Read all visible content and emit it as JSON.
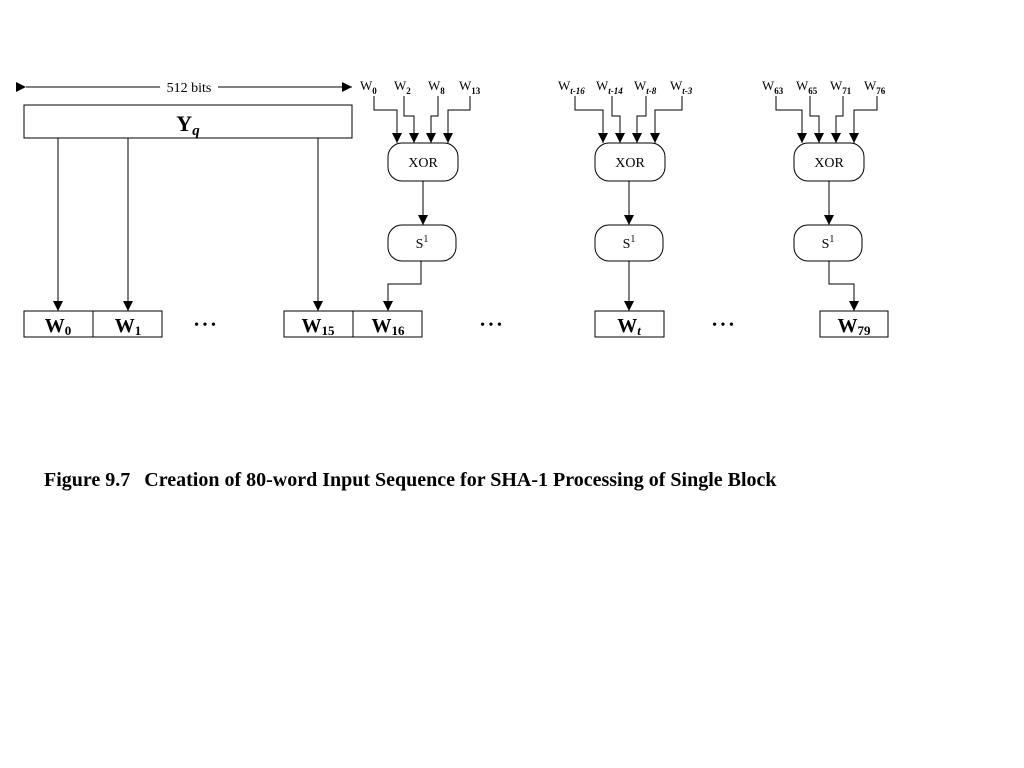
{
  "width_arrow": {
    "label": "512 bits"
  },
  "block": {
    "base": "Y",
    "sub": "q"
  },
  "groups": [
    {
      "inputs": [
        {
          "base": "W",
          "sub": "0"
        },
        {
          "base": "W",
          "sub": "2"
        },
        {
          "base": "W",
          "sub": "8"
        },
        {
          "base": "W",
          "sub": "13"
        }
      ],
      "xor": "XOR",
      "shift": {
        "base": "S",
        "sup": "1"
      }
    },
    {
      "inputs": [
        {
          "base": "W",
          "sub": "t-16"
        },
        {
          "base": "W",
          "sub": "t-14"
        },
        {
          "base": "W",
          "sub": "t-8"
        },
        {
          "base": "W",
          "sub": "t-3"
        }
      ],
      "xor": "XOR",
      "shift": {
        "base": "S",
        "sup": "1"
      }
    },
    {
      "inputs": [
        {
          "base": "W",
          "sub": "63"
        },
        {
          "base": "W",
          "sub": "65"
        },
        {
          "base": "W",
          "sub": "71"
        },
        {
          "base": "W",
          "sub": "76"
        }
      ],
      "xor": "XOR",
      "shift": {
        "base": "S",
        "sup": "1"
      }
    }
  ],
  "words": [
    {
      "base": "W",
      "sub": "0"
    },
    {
      "base": "W",
      "sub": "1"
    },
    {
      "base": "W",
      "sub": "15"
    },
    {
      "base": "W",
      "sub": "16"
    },
    {
      "base": "W",
      "sub": "t"
    },
    {
      "base": "W",
      "sub": "79"
    }
  ],
  "ellipsis": "• • •",
  "caption": {
    "figure": "Figure 9.7",
    "text": "Creation of 80-word Input Sequence for SHA-1 Processing of Single Block"
  }
}
